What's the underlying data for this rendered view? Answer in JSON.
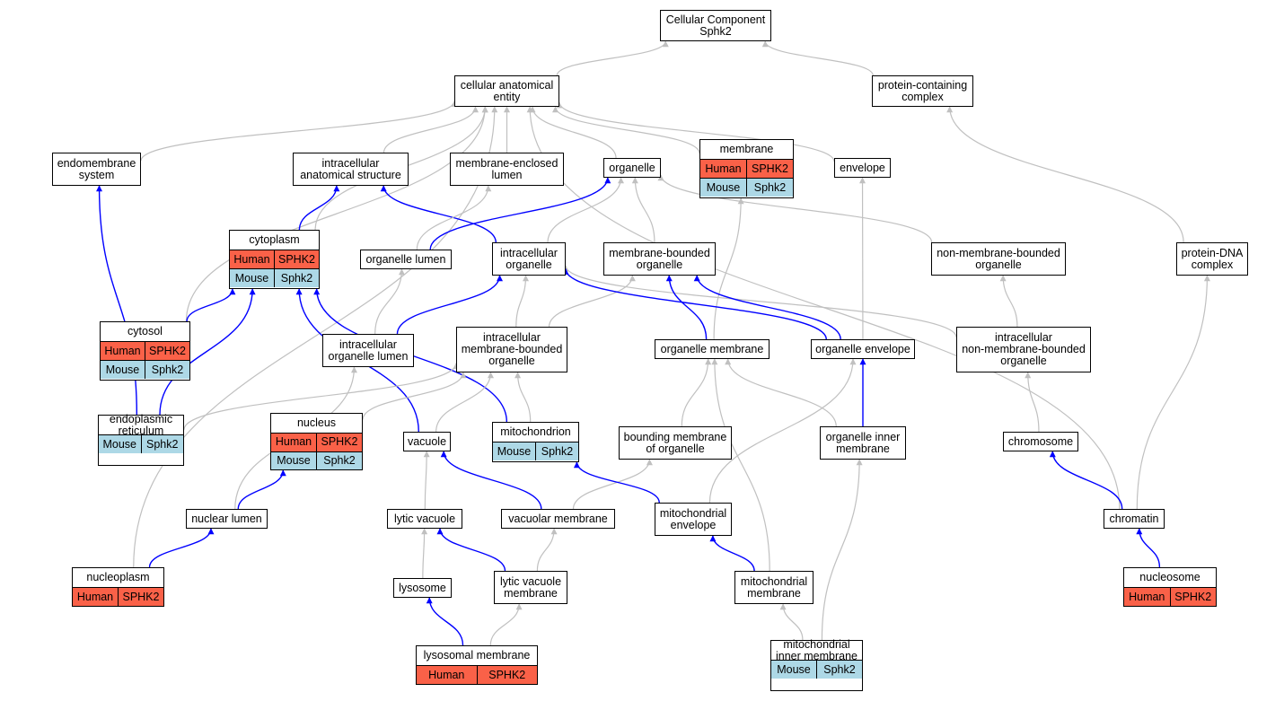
{
  "colors": {
    "human": "#fa6148",
    "mouse": "#add8e6",
    "gray_edge": "#c0c0c0",
    "blue_edge": "#0000ff"
  },
  "nodes": [
    {
      "id": "cc",
      "label": "Cellular Component\nSphk2"
    },
    {
      "id": "cae",
      "label": "cellular anatomical\nentity"
    },
    {
      "id": "pcc",
      "label": "protein-containing\ncomplex"
    },
    {
      "id": "ems",
      "label": "endomembrane\nsystem"
    },
    {
      "id": "ias",
      "label": "intracellular\nanatomical structure"
    },
    {
      "id": "mel",
      "label": "membrane-enclosed\nlumen"
    },
    {
      "id": "org",
      "label": "organelle"
    },
    {
      "id": "mem",
      "label": "membrane",
      "rows": [
        [
          "Human",
          "SPHK2"
        ],
        [
          "Mouse",
          "Sphk2"
        ]
      ]
    },
    {
      "id": "env",
      "label": "envelope"
    },
    {
      "id": "cyt",
      "label": "cytoplasm",
      "rows": [
        [
          "Human",
          "SPHK2"
        ],
        [
          "Mouse",
          "Sphk2"
        ]
      ]
    },
    {
      "id": "orl",
      "label": "organelle lumen"
    },
    {
      "id": "io",
      "label": "intracellular\norganelle"
    },
    {
      "id": "mbo",
      "label": "membrane-bounded\norganelle"
    },
    {
      "id": "nmbo",
      "label": "non-membrane-bounded\norganelle"
    },
    {
      "id": "pdna",
      "label": "protein-DNA\ncomplex"
    },
    {
      "id": "cytosol",
      "label": "cytosol",
      "rows": [
        [
          "Human",
          "SPHK2"
        ],
        [
          "Mouse",
          "Sphk2"
        ]
      ]
    },
    {
      "id": "iol",
      "label": "intracellular\norganelle lumen"
    },
    {
      "id": "imbo",
      "label": "intracellular\nmembrane-bounded\norganelle"
    },
    {
      "id": "om",
      "label": "organelle membrane"
    },
    {
      "id": "oe",
      "label": "organelle envelope"
    },
    {
      "id": "inmbo",
      "label": "intracellular\nnon-membrane-bounded\norganelle"
    },
    {
      "id": "er",
      "label": "endoplasmic\nreticulum",
      "rows": [
        [
          "Mouse",
          "Sphk2"
        ]
      ]
    },
    {
      "id": "nuc",
      "label": "nucleus",
      "rows": [
        [
          "Human",
          "SPHK2"
        ],
        [
          "Mouse",
          "Sphk2"
        ]
      ]
    },
    {
      "id": "vac",
      "label": "vacuole"
    },
    {
      "id": "mito",
      "label": "mitochondrion",
      "rows": [
        [
          "Mouse",
          "Sphk2"
        ]
      ]
    },
    {
      "id": "bmo",
      "label": "bounding membrane\nof organelle"
    },
    {
      "id": "oim",
      "label": "organelle inner\nmembrane"
    },
    {
      "id": "chr",
      "label": "chromosome"
    },
    {
      "id": "nl",
      "label": "nuclear lumen"
    },
    {
      "id": "lv",
      "label": "lytic vacuole"
    },
    {
      "id": "vm",
      "label": "vacuolar membrane"
    },
    {
      "id": "me",
      "label": "mitochondrial\nenvelope"
    },
    {
      "id": "chrt",
      "label": "chromatin"
    },
    {
      "id": "np",
      "label": "nucleoplasm",
      "rows": [
        [
          "Human",
          "SPHK2"
        ]
      ]
    },
    {
      "id": "lys",
      "label": "lysosome"
    },
    {
      "id": "lvm",
      "label": "lytic vacuole\nmembrane"
    },
    {
      "id": "mm",
      "label": "mitochondrial\nmembrane"
    },
    {
      "id": "ns",
      "label": "nucleosome",
      "rows": [
        [
          "Human",
          "SPHK2"
        ]
      ]
    },
    {
      "id": "lm",
      "label": "lysosomal membrane",
      "rows": [
        [
          "Human",
          "SPHK2"
        ]
      ]
    },
    {
      "id": "mim",
      "label": "mitochondrial\ninner membrane",
      "rows": [
        [
          "Mouse",
          "Sphk2"
        ]
      ]
    }
  ],
  "edges": [
    {
      "from": "cae",
      "to": "cc",
      "color": "gray"
    },
    {
      "from": "pcc",
      "to": "cc",
      "color": "gray"
    },
    {
      "from": "ems",
      "to": "cae",
      "color": "gray"
    },
    {
      "from": "ias",
      "to": "cae",
      "color": "gray"
    },
    {
      "from": "mel",
      "to": "cae",
      "color": "gray"
    },
    {
      "from": "org",
      "to": "cae",
      "color": "gray"
    },
    {
      "from": "mem",
      "to": "cae",
      "color": "gray"
    },
    {
      "from": "env",
      "to": "cae",
      "color": "gray"
    },
    {
      "from": "cyt",
      "to": "cae",
      "color": "gray"
    },
    {
      "from": "cytosol",
      "to": "cae",
      "color": "gray"
    },
    {
      "from": "np",
      "to": "cae",
      "color": "gray"
    },
    {
      "from": "chrt",
      "to": "cae",
      "color": "gray"
    },
    {
      "from": "pdna",
      "to": "pcc",
      "color": "gray"
    },
    {
      "from": "cyt",
      "to": "ias",
      "color": "blue"
    },
    {
      "from": "io",
      "to": "ias",
      "color": "blue"
    },
    {
      "from": "orl",
      "to": "mel",
      "color": "gray"
    },
    {
      "from": "orl",
      "to": "org",
      "color": "blue"
    },
    {
      "from": "io",
      "to": "org",
      "color": "gray"
    },
    {
      "from": "mbo",
      "to": "org",
      "color": "gray"
    },
    {
      "from": "nmbo",
      "to": "org",
      "color": "gray"
    },
    {
      "from": "oe",
      "to": "env",
      "color": "gray"
    },
    {
      "from": "om",
      "to": "mem",
      "color": "gray"
    },
    {
      "from": "iol",
      "to": "orl",
      "color": "gray"
    },
    {
      "from": "iol",
      "to": "io",
      "color": "blue"
    },
    {
      "from": "imbo",
      "to": "io",
      "color": "gray"
    },
    {
      "from": "inmbo",
      "to": "io",
      "color": "gray"
    },
    {
      "from": "imbo",
      "to": "mbo",
      "color": "gray"
    },
    {
      "from": "om",
      "to": "mbo",
      "color": "blue"
    },
    {
      "from": "oe",
      "to": "mbo",
      "color": "blue"
    },
    {
      "from": "oe",
      "to": "io",
      "color": "blue"
    },
    {
      "from": "inmbo",
      "to": "nmbo",
      "color": "gray"
    },
    {
      "from": "chrt",
      "to": "pdna",
      "color": "gray"
    },
    {
      "from": "cytosol",
      "to": "cyt",
      "color": "blue"
    },
    {
      "from": "er",
      "to": "ems",
      "color": "blue"
    },
    {
      "from": "er",
      "to": "cyt",
      "color": "blue"
    },
    {
      "from": "vac",
      "to": "cyt",
      "color": "blue"
    },
    {
      "from": "mito",
      "to": "cyt",
      "color": "blue"
    },
    {
      "from": "er",
      "to": "imbo",
      "color": "gray"
    },
    {
      "from": "nuc",
      "to": "imbo",
      "color": "gray"
    },
    {
      "from": "vac",
      "to": "imbo",
      "color": "gray"
    },
    {
      "from": "mito",
      "to": "imbo",
      "color": "gray"
    },
    {
      "from": "nl",
      "to": "iol",
      "color": "gray"
    },
    {
      "from": "bmo",
      "to": "om",
      "color": "gray"
    },
    {
      "from": "oim",
      "to": "om",
      "color": "gray"
    },
    {
      "from": "mm",
      "to": "om",
      "color": "gray"
    },
    {
      "from": "oim",
      "to": "oe",
      "color": "blue"
    },
    {
      "from": "me",
      "to": "oe",
      "color": "gray"
    },
    {
      "from": "chr",
      "to": "inmbo",
      "color": "gray"
    },
    {
      "from": "nl",
      "to": "nuc",
      "color": "blue"
    },
    {
      "from": "lv",
      "to": "vac",
      "color": "gray"
    },
    {
      "from": "vm",
      "to": "vac",
      "color": "blue"
    },
    {
      "from": "vm",
      "to": "bmo",
      "color": "gray"
    },
    {
      "from": "me",
      "to": "mito",
      "color": "blue"
    },
    {
      "from": "chrt",
      "to": "chr",
      "color": "blue"
    },
    {
      "from": "np",
      "to": "nl",
      "color": "blue"
    },
    {
      "from": "lys",
      "to": "lv",
      "color": "gray"
    },
    {
      "from": "lvm",
      "to": "lv",
      "color": "blue"
    },
    {
      "from": "lvm",
      "to": "vm",
      "color": "gray"
    },
    {
      "from": "mm",
      "to": "me",
      "color": "blue"
    },
    {
      "from": "mim",
      "to": "oim",
      "color": "gray"
    },
    {
      "from": "mim",
      "to": "mm",
      "color": "gray"
    },
    {
      "from": "ns",
      "to": "chrt",
      "color": "blue"
    },
    {
      "from": "lm",
      "to": "lys",
      "color": "blue"
    },
    {
      "from": "lm",
      "to": "lvm",
      "color": "gray"
    }
  ]
}
